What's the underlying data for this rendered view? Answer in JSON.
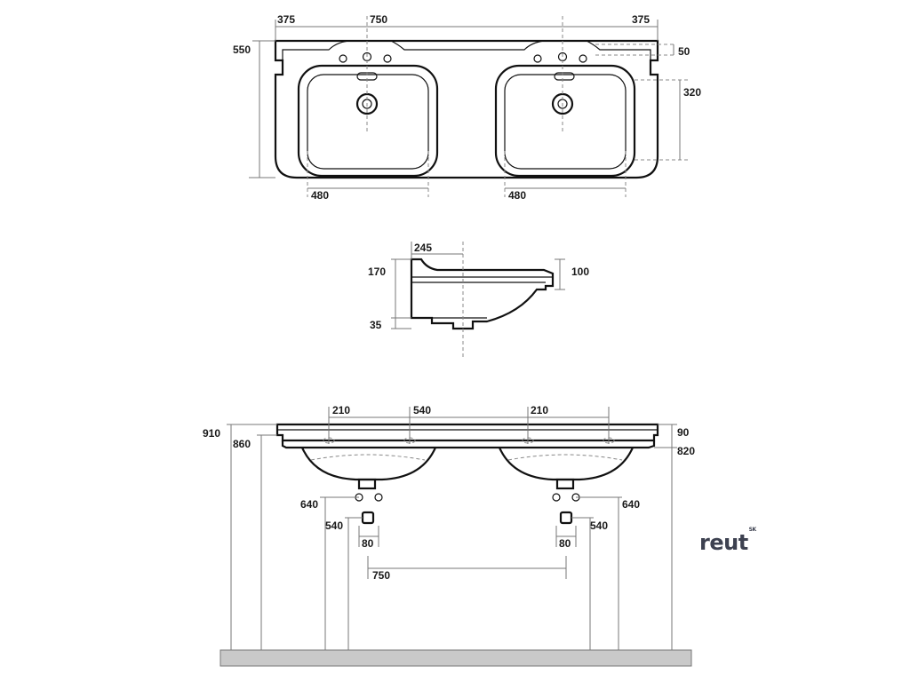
{
  "top_view": {
    "width_left": "375",
    "width_center": "750",
    "width_right": "375",
    "depth_total": "550",
    "rim": "50",
    "bowl_depth": "320",
    "bowl_width_left": "480",
    "bowl_width_right": "480"
  },
  "side_view": {
    "backsplash": "245",
    "height_total": "170",
    "front_height": "100",
    "drain_height": "35"
  },
  "front_view": {
    "hole_spacing_left": "210",
    "hole_spacing_center": "540",
    "hole_spacing_right": "210",
    "height_top": "910",
    "height_front": "860",
    "top_thickness": "90",
    "height_bottom": "820",
    "drain_left_height": "640",
    "drain_right_height": "640",
    "waste_left_height": "540",
    "waste_right_height": "540",
    "supply_left_offset": "80",
    "supply_right_offset": "80",
    "drain_spacing": "750"
  },
  "brand": {
    "name": "reut",
    "mark": "SK"
  },
  "colors": {
    "line": "#111111",
    "dimension": "#777777",
    "floor": "#c9c9c9",
    "brand": "#3d4150"
  }
}
